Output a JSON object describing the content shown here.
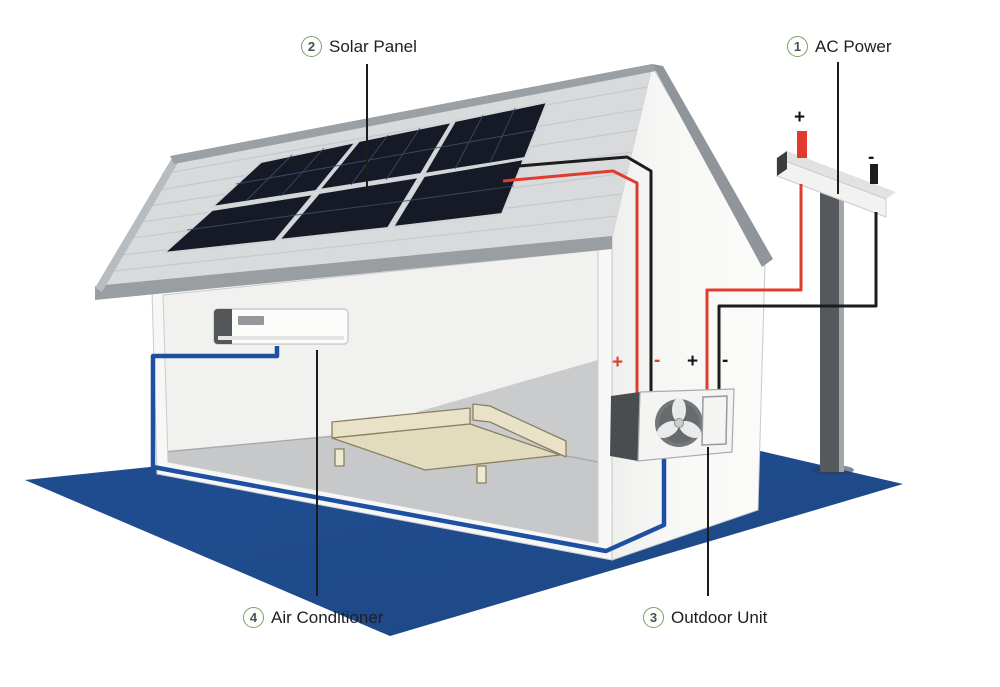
{
  "labels": {
    "ac_power": {
      "number": "1",
      "text": "AC Power"
    },
    "solar_panel": {
      "number": "2",
      "text": "Solar Panel"
    },
    "outdoor_unit": {
      "number": "3",
      "text": "Outdoor Unit"
    },
    "air_conditioner": {
      "number": "4",
      "text": "Air Conditioner"
    }
  },
  "terminals": {
    "solar_dc": {
      "positive": "+",
      "negative": "-"
    },
    "grid_ac": {
      "positive": "+",
      "negative": "-"
    },
    "pole": {
      "positive": "+",
      "negative": "-"
    }
  },
  "colors": {
    "wire_red": "#e13b2e",
    "wire_black": "#1c1c1c",
    "pipe_blue": "#1d4fa3",
    "ground_mat_blue": "#1f4c8e",
    "solar_panel_dark": "#151a26",
    "callout_green": "#76a35c",
    "roof_gray": "#d8dadc",
    "wall_white": "#f7f7f5"
  }
}
